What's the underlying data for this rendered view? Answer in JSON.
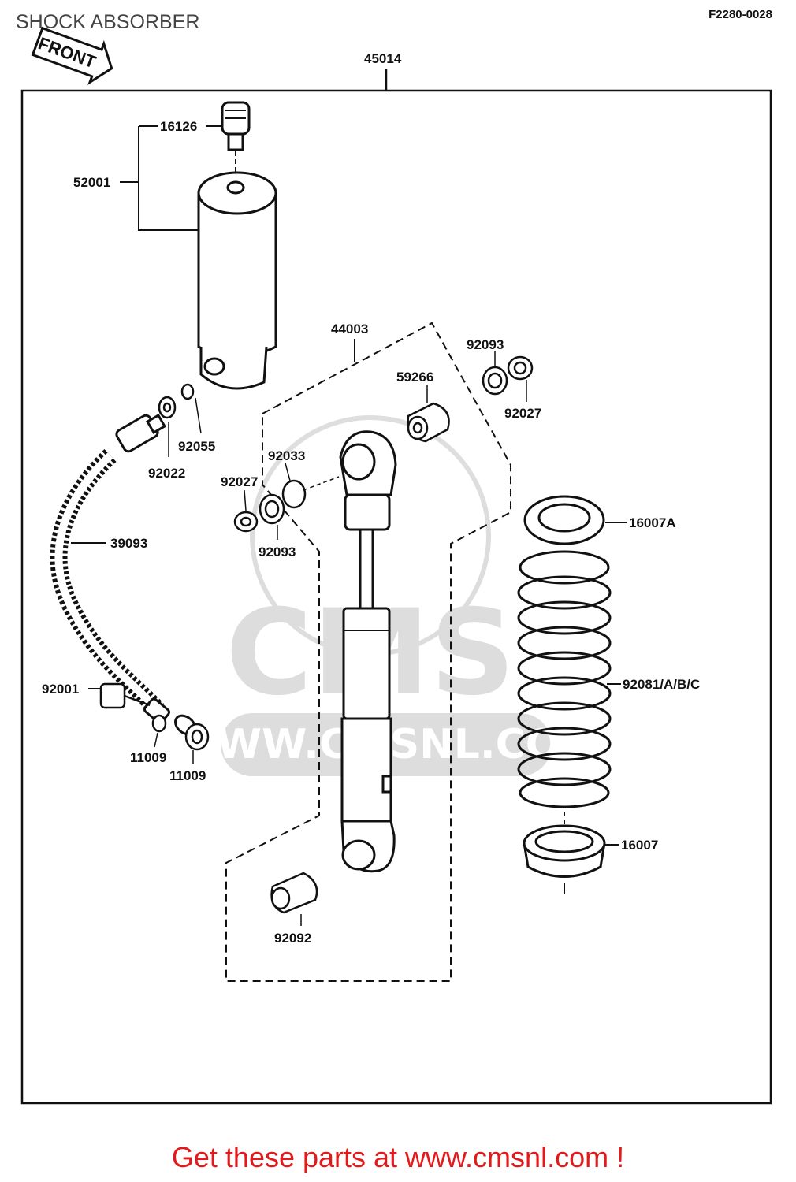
{
  "header": {
    "title": "SHOCK ABSORBER",
    "figure_code": "F2280-0028",
    "front_label": "FRONT"
  },
  "watermark": {
    "big": "CMS",
    "url": "WWW.CMSNL.COM"
  },
  "parts": {
    "assembly": "45014",
    "damper_unit": "44003",
    "reservoir": "52001",
    "valve_cap": "16126",
    "hose": "39093",
    "washer_92055": "92055",
    "fitting_92022": "92022",
    "oring_92033": "92033",
    "seal_left": "92027",
    "bushing_left": "92093",
    "bushing_59266": "59266",
    "bushing_right_top": "92093",
    "seal_right_top": "92027",
    "spring_seat": "16007A",
    "spring": "92081/A/B/C",
    "adjuster_nut": "16007",
    "bolt": "92001",
    "gasket_a": "11009",
    "gasket_b": "11009",
    "bushing_92092": "92092"
  },
  "footer": {
    "cta": "Get these parts at www.cmsnl.com !"
  }
}
